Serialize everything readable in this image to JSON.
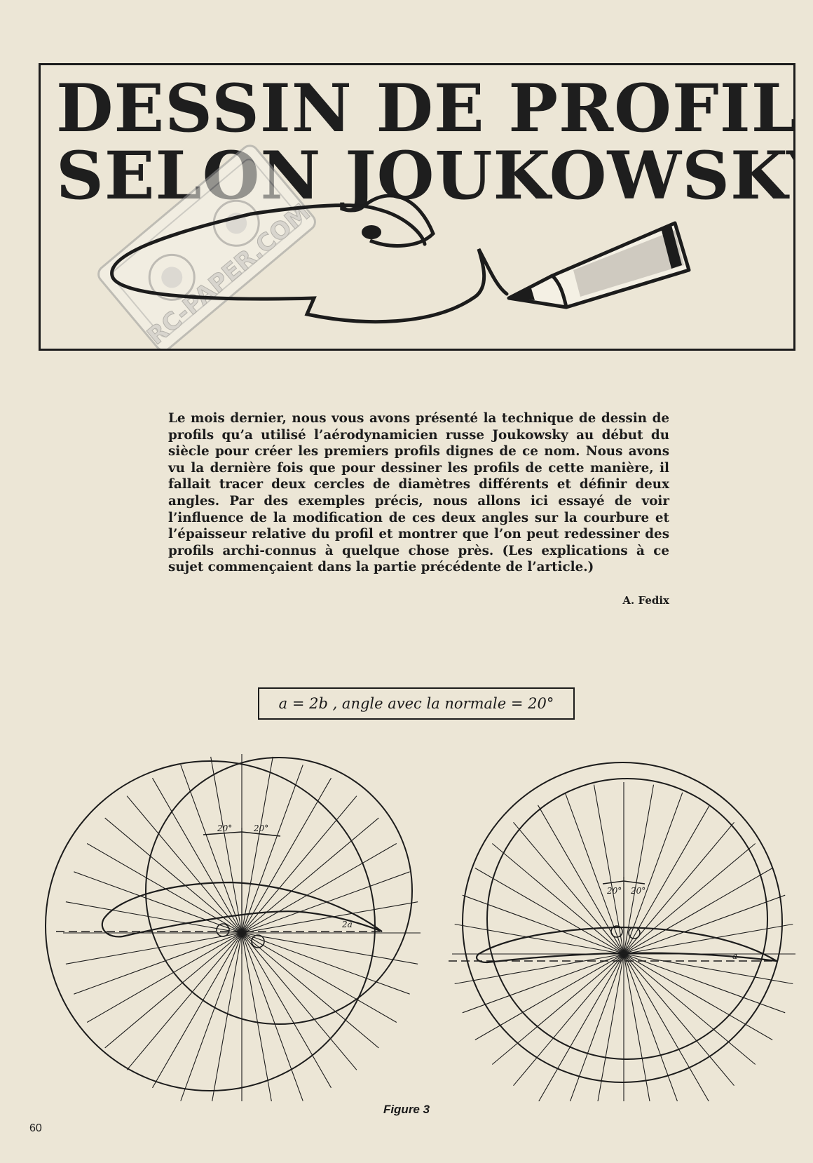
{
  "header": {
    "title_line1": "DESSIN DE PROFILS",
    "title_line2": "SELON JOUKOWSKY",
    "watermark": "RC-PAPER.COM"
  },
  "article": {
    "intro": "Le mois dernier, nous vous avons présenté la technique de dessin de profils qu’a utilisé l’aérodynamicien russe Joukowsky au début du siècle pour créer les premiers profils dignes de ce nom. Nous avons vu la dernière fois que pour dessiner les profils de cette manière, il fallait tracer deux cercles de diamètres différents et définir deux angles. Par des exemples précis, nous allons ici essayé de voir l’influence de la modification de ces deux angles sur la courbure et l’épaisseur relative du profil et montrer que l’on peut redessiner des profils archi-connus à quelque chose près. (Les explications à ce sujet commençaient dans la partie précédente de l’article.)",
    "author": "A. Fedix"
  },
  "figure": {
    "caption_box": "a = 2b , angle avec la normale = 20°",
    "left_angle_a": "20°",
    "left_angle_b": "20°",
    "left_marker": "2a",
    "right_angle_a": "20°",
    "right_angle_b": "20°",
    "right_marker": "a",
    "caption": "Figure 3"
  },
  "page": {
    "number": "60"
  },
  "colors": {
    "paper": "#ece6d6",
    "ink": "#1c1c1c"
  }
}
